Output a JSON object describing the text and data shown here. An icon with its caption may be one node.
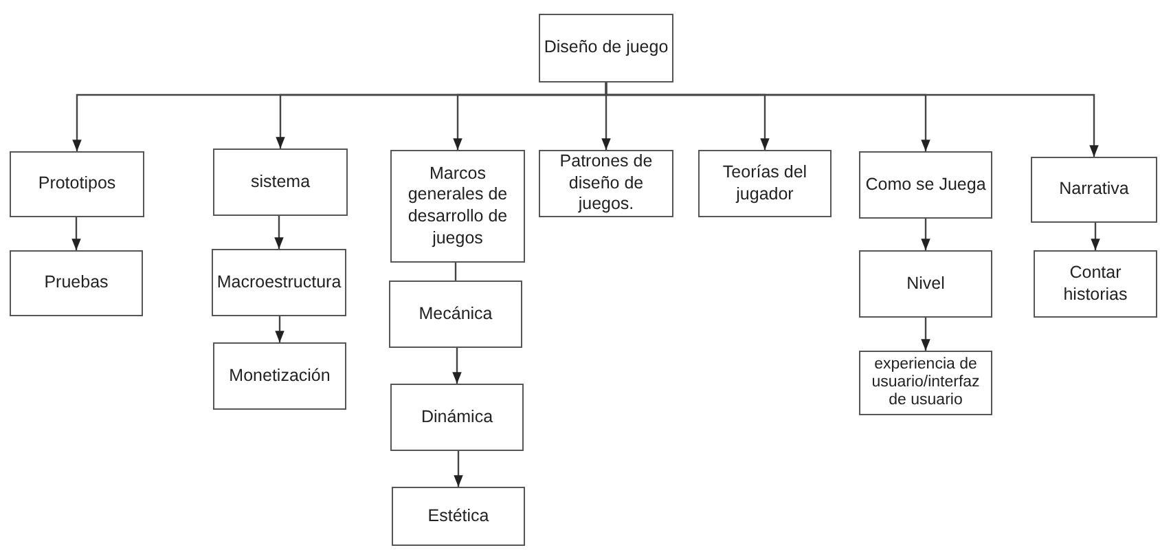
{
  "diagram": {
    "nodes": [
      {
        "text": [
          "Diseño de juego"
        ]
      },
      {
        "text": [
          "Prototipos"
        ]
      },
      {
        "text": [
          "Pruebas"
        ]
      },
      {
        "text": [
          "sistema"
        ]
      },
      {
        "text": [
          "Macroestructura"
        ]
      },
      {
        "text": [
          "Monetización"
        ]
      },
      {
        "text": [
          "Marcos generales de desarrollo de juegos"
        ]
      },
      {
        "text": [
          "Mecánica"
        ]
      },
      {
        "text": [
          "Dinámica"
        ]
      },
      {
        "text": [
          "Estética"
        ]
      },
      {
        "text": [
          "Patrones de diseño de juegos."
        ]
      },
      {
        "text": [
          "Teorías del jugador"
        ]
      },
      {
        "text": [
          "Como se Juega"
        ]
      },
      {
        "text": [
          "Nivel"
        ]
      },
      {
        "text": [
          "experiencia de usuario/interfaz de usuario"
        ]
      },
      {
        "text": [
          "Narrativa"
        ]
      },
      {
        "text": [
          "Contar historias"
        ]
      }
    ],
    "edges": [
      {
        "from": 0,
        "to": 1,
        "arrow": "to"
      },
      {
        "from": 0,
        "to": 3,
        "arrow": "to"
      },
      {
        "from": 0,
        "to": 6,
        "arrow": "to"
      },
      {
        "from": 0,
        "to": 10,
        "arrow": "to"
      },
      {
        "from": 0,
        "to": 11,
        "arrow": "to"
      },
      {
        "from": 0,
        "to": 12,
        "arrow": "to"
      },
      {
        "from": 0,
        "to": 15,
        "arrow": "to"
      },
      {
        "from": 1,
        "to": 2,
        "arrow": "to"
      },
      {
        "from": 3,
        "to": 4,
        "arrow": "to"
      },
      {
        "from": 4,
        "to": 5,
        "arrow": "to"
      },
      {
        "from": 6,
        "to": 7,
        "arrow": "none"
      },
      {
        "from": 7,
        "to": 8,
        "arrow": "to"
      },
      {
        "from": 8,
        "to": 9,
        "arrow": "to"
      },
      {
        "from": 12,
        "to": 13,
        "arrow": "to"
      },
      {
        "from": 13,
        "to": 14,
        "arrow": "to"
      },
      {
        "from": 15,
        "to": 16,
        "arrow": "to"
      }
    ]
  }
}
